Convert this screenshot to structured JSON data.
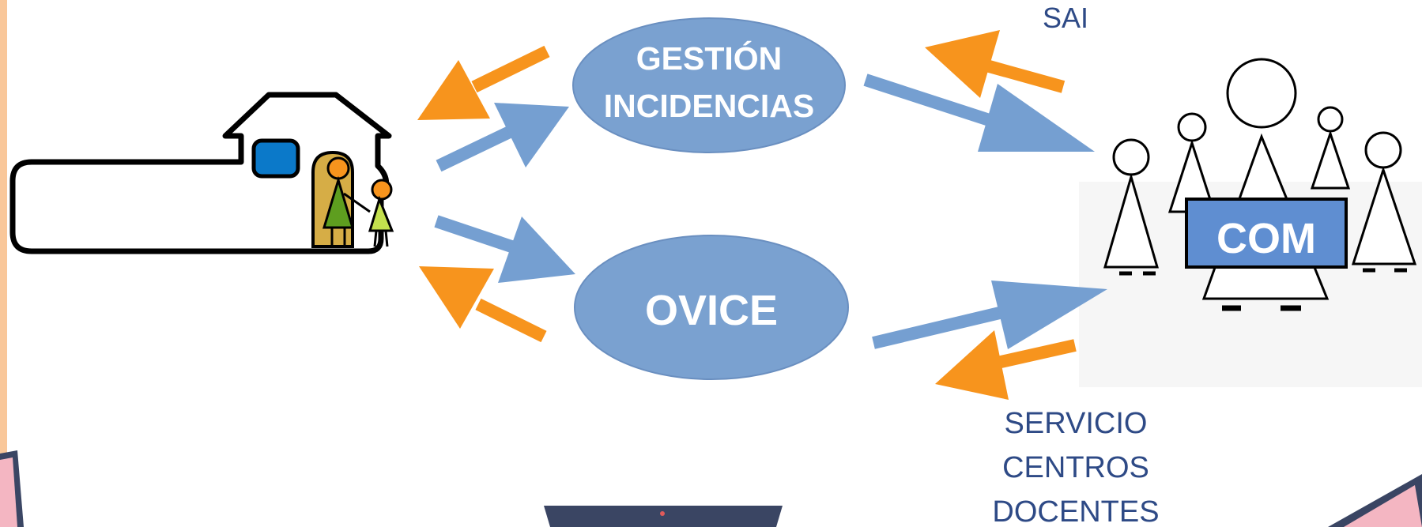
{
  "nodes": {
    "gestion": {
      "line1": "GESTIÓN",
      "line2": "INCIDENCIAS"
    },
    "ovice": {
      "label": "OVICE"
    },
    "com": {
      "label": "COM"
    }
  },
  "labels": {
    "sai": "SAI",
    "servicio": [
      "SERVICIO",
      "CENTROS",
      "DOCENTES"
    ]
  },
  "icons": {
    "family": "house-family-icon",
    "group": "people-group-icon",
    "laptop": "laptop-icon"
  },
  "colors": {
    "ellipse": "#7aa1d0",
    "blue_arrow": "#759fd1",
    "orange_arrow": "#f7941d",
    "label_text": "#2e4a86",
    "left_strip": "#f9c79a"
  }
}
